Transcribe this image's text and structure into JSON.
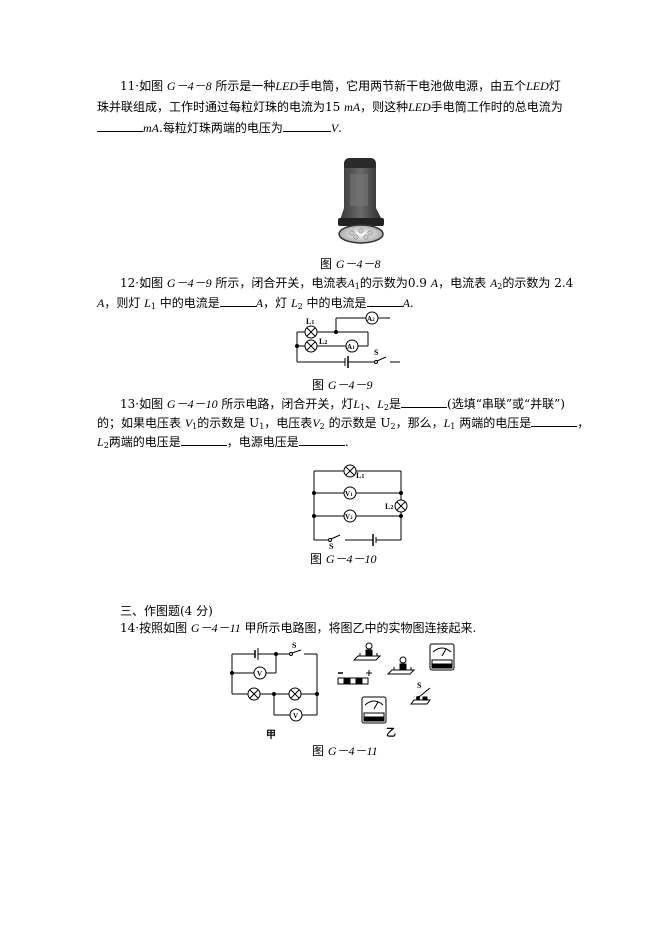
{
  "q11": {
    "number": "11",
    "line1_a": "·如图 ",
    "fig_ref": "G－4－8",
    "line1_b": " 所示是一种",
    "led": "LED",
    "line1_c": "手电筒，它用两节新干电池做电源，由五个",
    "line1_d": "灯",
    "line2_a": "珠并联组成，工作时通过每粒灯珠的电流为15 ",
    "unit_ma": "mA",
    "line2_b": "，则这种",
    "line2_c": "手电筒工作时的总电流为",
    "line3_a": ".每粒灯珠两端的电压为",
    "unit_v": "V",
    "period": ".",
    "figure_caption_prefix": "图",
    "figure_caption": "G－4－8"
  },
  "q12": {
    "number": "12",
    "line1_a": "·如图 ",
    "fig_ref": "G－4－9",
    "line1_b": " 所示，闭合开关，电流表",
    "a1": "A",
    "a1_sub": "1",
    "line1_c": "的示数为0.9 ",
    "unit_a": "A",
    "line1_d": "，电流表 ",
    "a2": "A",
    "a2_sub": "2",
    "line1_e": "的示数为 2.4",
    "line2_a": "，则灯 ",
    "l1": "L",
    "l1_sub": "1",
    "line2_b": " 中的电流是",
    "line2_c": "，灯 ",
    "l2": "L",
    "l2_sub": "2",
    "line2_d": " 中的电流是",
    "figure_caption_prefix": "图",
    "figure_caption": "G－4－9",
    "diagram_labels": {
      "l1": "L1",
      "l2": "L2",
      "a1": "A1",
      "a2": "A2",
      "s": "S"
    }
  },
  "q13": {
    "number": "13",
    "line1_a": "·如图 ",
    "fig_ref": "G－4－10",
    "line1_b": " 所示电路，闭合开关，灯",
    "line1_c": "、",
    "line1_d": "是",
    "line1_e": "(选填“串联”或“并联”)",
    "line2_a": "的；如果电压表 ",
    "v1": "V",
    "v1_sub": "1",
    "line2_b": "的示数是 U",
    "u1_sub": "1",
    "line2_c": "，电压表",
    "v2": "V",
    "v2_sub": "2",
    "line2_d": " 的示数是 U",
    "u2_sub": "2",
    "line2_e": "，那么，",
    "line2_f": " 两端的电压是",
    "line2_g": "，",
    "line3_a": "两端的电压是",
    "line3_b": "，电源电压是",
    "line3_c": ".",
    "l1": "L",
    "l1_sub": "1",
    "l2": "L",
    "l2_sub": "2",
    "figure_caption_prefix": "图",
    "figure_caption": "G－4－10",
    "diagram_labels": {
      "l1": "L1",
      "l2": "L2",
      "v1": "V1",
      "v2": "V2",
      "s": "S"
    }
  },
  "section3": {
    "title": "三、作图题(4 分)"
  },
  "q14": {
    "number": "14",
    "line1_a": "·按照如图 ",
    "fig_ref": "G－4－11",
    "line1_b": " 甲所示电路图，将图乙中的实物图连接起来.",
    "figure_caption_prefix": "图",
    "figure_caption": "G－4－11",
    "label_jia": "甲",
    "label_yi": "乙",
    "diagram_labels": {
      "v": "V",
      "s": "S",
      "minus": "－",
      "plus": "+"
    }
  }
}
